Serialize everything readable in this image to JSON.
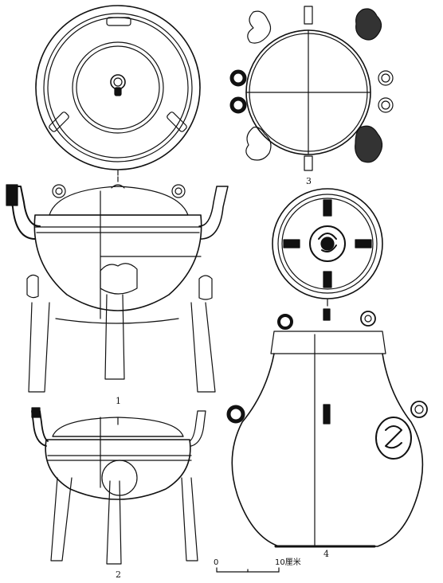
{
  "figures": [
    {
      "label": "1"
    },
    {
      "label": "2"
    },
    {
      "label": "3"
    },
    {
      "label": "4"
    }
  ],
  "scale_bar": {
    "start": "0",
    "end": "10厘米"
  },
  "colors": {
    "ink": "#111111",
    "paper": "#ffffff"
  }
}
